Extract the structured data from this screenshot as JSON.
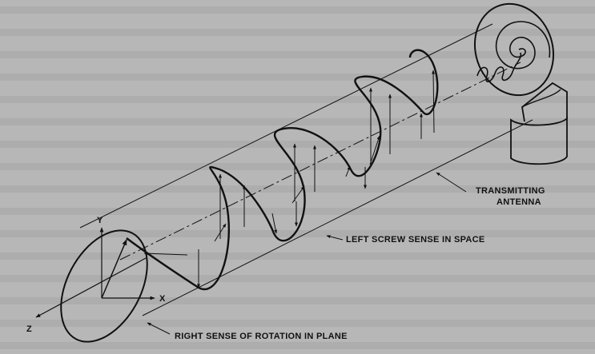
{
  "labels": {
    "y_axis": "Y",
    "x_axis": "X",
    "z_axis": "Z",
    "left_screw": "LEFT SCREW SENSE IN SPACE",
    "right_sense": "RIGHT SENSE OF ROTATION IN PLANE",
    "antenna_line1": "TRANSMITTING",
    "antenna_line2": "ANTENNA"
  },
  "colors": {
    "background": "#b7b7b7",
    "ink": "#111111",
    "show_through_text": "#a2a2a2"
  }
}
